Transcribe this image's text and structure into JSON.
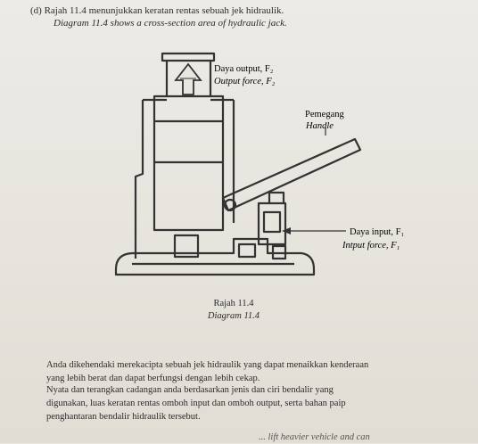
{
  "question": {
    "line1": "(d) Rajah 11.4 menunjukkan keratan rentas sebuah jek hidraulik.",
    "line2": "Diagram 11.4 shows a cross-section area of hydraulic jack."
  },
  "diagram": {
    "output_ms": "Daya output, F₂",
    "output_en": "Output force, F₂",
    "handle_ms": "Pemegang",
    "handle_en": "Handle",
    "input_ms": "Daya input, F₁",
    "input_en": "Intput force, F₁",
    "caption_ms": "Rajah 11.4",
    "caption_en": "Diagram 11.4"
  },
  "paragraph": {
    "l1": "Anda dikehendaki merekacipta sebuah jek hidraulik yang dapat menaikkan kenderaan",
    "l2": "yang lebih berat dan dapat berfungsi dengan lebih cekap.",
    "l3": "Nyata dan terangkan cadangan anda berdasarkan jenis dan ciri bendalir yang",
    "l4": "digunakan, luas keratan rentas omboh input dan omboh output, serta bahan paip",
    "l5": "penghantaran bendalir hidraulik tersebut.",
    "l6": "... lift heavier vehicle and can"
  }
}
